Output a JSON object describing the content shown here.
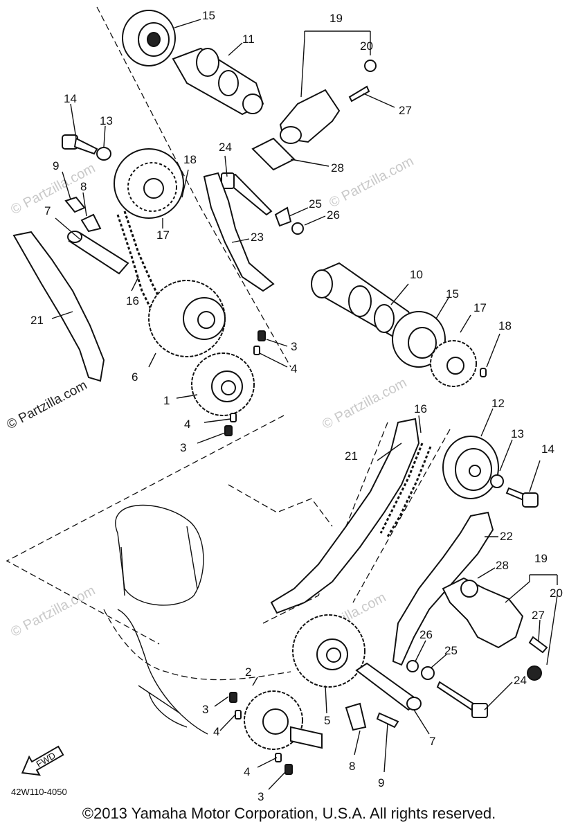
{
  "diagram": {
    "reference_code": "42W110-4050",
    "fwd_label": "FWD",
    "watermark": "© Partzilla.com",
    "copyright": "©2013 Yamaha Motor Corporation, U.S.A. All rights reserved.",
    "callouts": [
      {
        "id": "c15a",
        "text": "15"
      },
      {
        "id": "c11",
        "text": "11"
      },
      {
        "id": "c19a",
        "text": "19"
      },
      {
        "id": "c20a",
        "text": "20"
      },
      {
        "id": "c27a",
        "text": "27"
      },
      {
        "id": "c14a",
        "text": "14"
      },
      {
        "id": "c13a",
        "text": "13"
      },
      {
        "id": "c24a",
        "text": "24"
      },
      {
        "id": "c18a",
        "text": "18"
      },
      {
        "id": "c28a",
        "text": "28"
      },
      {
        "id": "c9a",
        "text": "9"
      },
      {
        "id": "c8a",
        "text": "8"
      },
      {
        "id": "c25a",
        "text": "25"
      },
      {
        "id": "c7a",
        "text": "7"
      },
      {
        "id": "c17a",
        "text": "17"
      },
      {
        "id": "c26a",
        "text": "26"
      },
      {
        "id": "c23",
        "text": "23"
      },
      {
        "id": "c10",
        "text": "10"
      },
      {
        "id": "c15b",
        "text": "15"
      },
      {
        "id": "c16a",
        "text": "16"
      },
      {
        "id": "c17b",
        "text": "17"
      },
      {
        "id": "c18b",
        "text": "18"
      },
      {
        "id": "c21a",
        "text": "21"
      },
      {
        "id": "c3a",
        "text": "3"
      },
      {
        "id": "c6",
        "text": "6"
      },
      {
        "id": "c4a",
        "text": "4"
      },
      {
        "id": "c1",
        "text": "1"
      },
      {
        "id": "c16b",
        "text": "16"
      },
      {
        "id": "c12",
        "text": "12"
      },
      {
        "id": "c4b",
        "text": "4"
      },
      {
        "id": "c3b",
        "text": "3"
      },
      {
        "id": "c21b",
        "text": "21"
      },
      {
        "id": "c13b",
        "text": "13"
      },
      {
        "id": "c14b",
        "text": "14"
      },
      {
        "id": "c22",
        "text": "22"
      },
      {
        "id": "c28b",
        "text": "28"
      },
      {
        "id": "c19b",
        "text": "19"
      },
      {
        "id": "c20b",
        "text": "20"
      },
      {
        "id": "c27b",
        "text": "27"
      },
      {
        "id": "c26b",
        "text": "26"
      },
      {
        "id": "c25b",
        "text": "25"
      },
      {
        "id": "c2",
        "text": "2"
      },
      {
        "id": "c3c",
        "text": "3"
      },
      {
        "id": "c4c",
        "text": "4"
      },
      {
        "id": "c5",
        "text": "5"
      },
      {
        "id": "c24b",
        "text": "24"
      },
      {
        "id": "c7b",
        "text": "7"
      },
      {
        "id": "c8b",
        "text": "8"
      },
      {
        "id": "c4d",
        "text": "4"
      },
      {
        "id": "c9b",
        "text": "9"
      },
      {
        "id": "c3d",
        "text": "3"
      }
    ]
  }
}
